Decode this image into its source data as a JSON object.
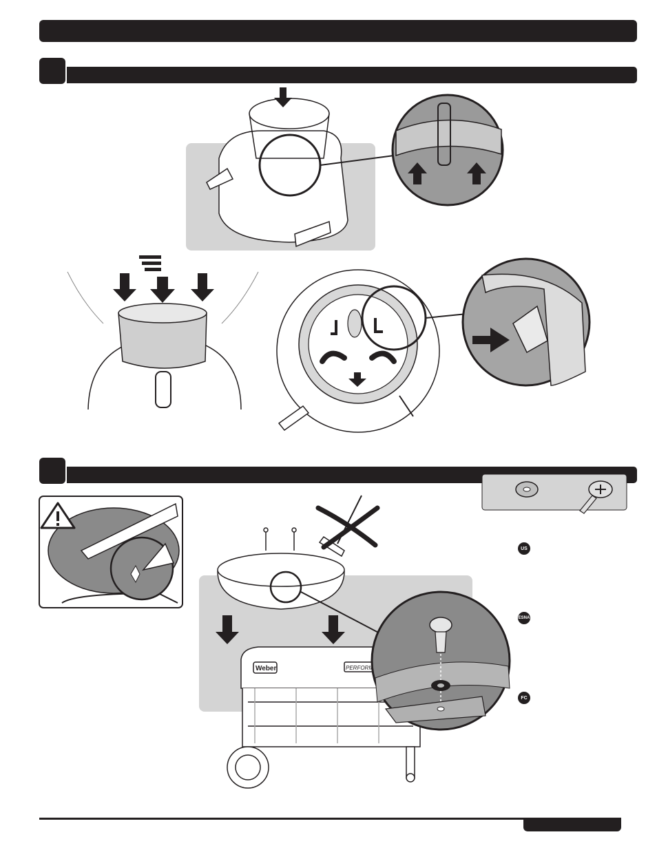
{
  "badges": {
    "us": "US",
    "esna": "ESNA",
    "fc": "FC"
  },
  "logo": {
    "brand_text": "Weber",
    "model_text": "PERFORM"
  },
  "colors": {
    "bar": "#231f20",
    "panel": "#d4d4d4",
    "zoom_fill": "#8a8a8a"
  }
}
